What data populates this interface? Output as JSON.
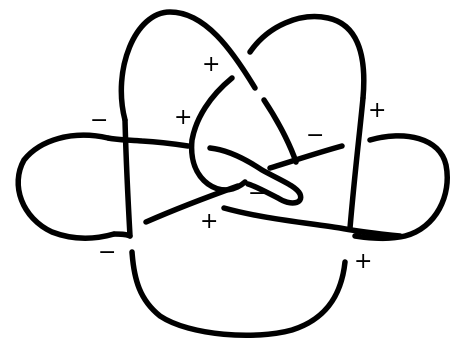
{
  "diagram": {
    "kind": "knot-diagram",
    "stroke_color": "#000000",
    "background_color": "#ffffff",
    "crossing_signs": [
      {
        "id": "top-left-plus",
        "text": "+"
      },
      {
        "id": "inner-left-plus",
        "text": "+"
      },
      {
        "id": "right-plus",
        "text": "+"
      },
      {
        "id": "left-minus",
        "text": "−"
      },
      {
        "id": "center-right-minus",
        "text": "−"
      },
      {
        "id": "center-minus",
        "text": "−"
      },
      {
        "id": "center-bottom-plus",
        "text": "+"
      },
      {
        "id": "bottom-left-minus",
        "text": "−"
      },
      {
        "id": "bottom-right-plus",
        "text": "+"
      }
    ]
  }
}
